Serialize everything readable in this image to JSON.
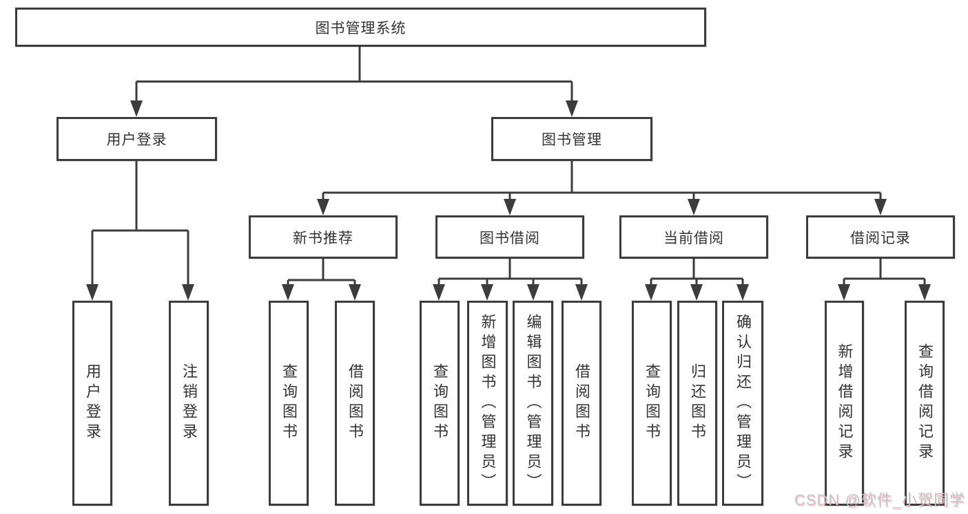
{
  "diagram": {
    "type": "hierarchy",
    "tree": {
      "label": "图书管理系统",
      "children": [
        {
          "label": "用户登录",
          "children": [
            {
              "label": "用户登录"
            },
            {
              "label": "注销登录"
            }
          ]
        },
        {
          "label": "图书管理",
          "children": [
            {
              "label": "新书推荐",
              "children": [
                {
                  "label": "查询图书"
                },
                {
                  "label": "借阅图书"
                }
              ]
            },
            {
              "label": "图书借阅",
              "children": [
                {
                  "label": "查询图书"
                },
                {
                  "label": "新增图书（管理员）"
                },
                {
                  "label": "编辑图书（管理员）"
                },
                {
                  "label": "借阅图书"
                }
              ]
            },
            {
              "label": "当前借阅",
              "children": [
                {
                  "label": "查询图书"
                },
                {
                  "label": "归还图书"
                },
                {
                  "label": "确认归还（管理员）"
                }
              ]
            },
            {
              "label": "借阅记录",
              "children": [
                {
                  "label": "新增借阅记录"
                },
                {
                  "label": "查询借阅记录"
                }
              ]
            }
          ]
        }
      ]
    }
  },
  "watermark": {
    "text": "CSDN @软件_小贺同学"
  },
  "colors": {
    "line": "#3c3c3c",
    "box_border": "#3c3c3c",
    "box_fill": "#ffffff",
    "text": "#333333",
    "watermark": "#c4c4c6",
    "watermark_shadow": "#e8607e"
  }
}
